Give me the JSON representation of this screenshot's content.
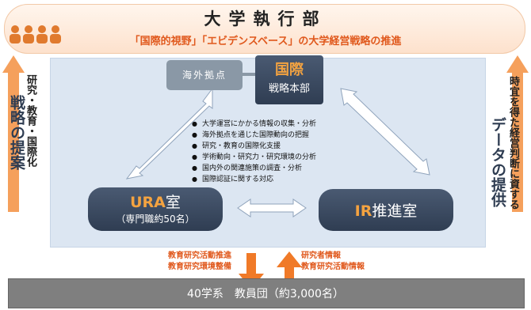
{
  "executive": {
    "title": "大学執行部",
    "subtitle": "「国際的視野」「エビデンスベース」の大学経営戦略の推進"
  },
  "overseas_base": "海外拠点",
  "hq": {
    "name": "国際",
    "sub": "戦略本部"
  },
  "functions": [
    "大学運営にかかる情報の収集・分析",
    "海外拠点を通じた国際動向の把握",
    "研究・教育の国際化支援",
    "学術動向・研究力・研究環境の分析",
    "国内外の関連施策の調査・分析",
    "国際認証に関する対応"
  ],
  "ura": {
    "name": "URA",
    "suffix": "室",
    "note": "（専門職約50名）"
  },
  "ir": {
    "name": "IR",
    "suffix": "推進室"
  },
  "left_side": {
    "small": "研究・教育・国際化",
    "big": "戦略の提案"
  },
  "right_side": {
    "small": "時宜を得た経営判断に資する",
    "big": "データの提供"
  },
  "flow_down": [
    "教育研究活動推進",
    "教育研究環境整備"
  ],
  "flow_up": [
    "研究者情報",
    "教育研究活動情報"
  ],
  "faculty": "40学系　教員団（約3,000名）",
  "colors": {
    "accent": "#e0581c",
    "dark_block": "#2f3d52",
    "gold": "#f4a340",
    "arrow": "#f08a3a"
  }
}
